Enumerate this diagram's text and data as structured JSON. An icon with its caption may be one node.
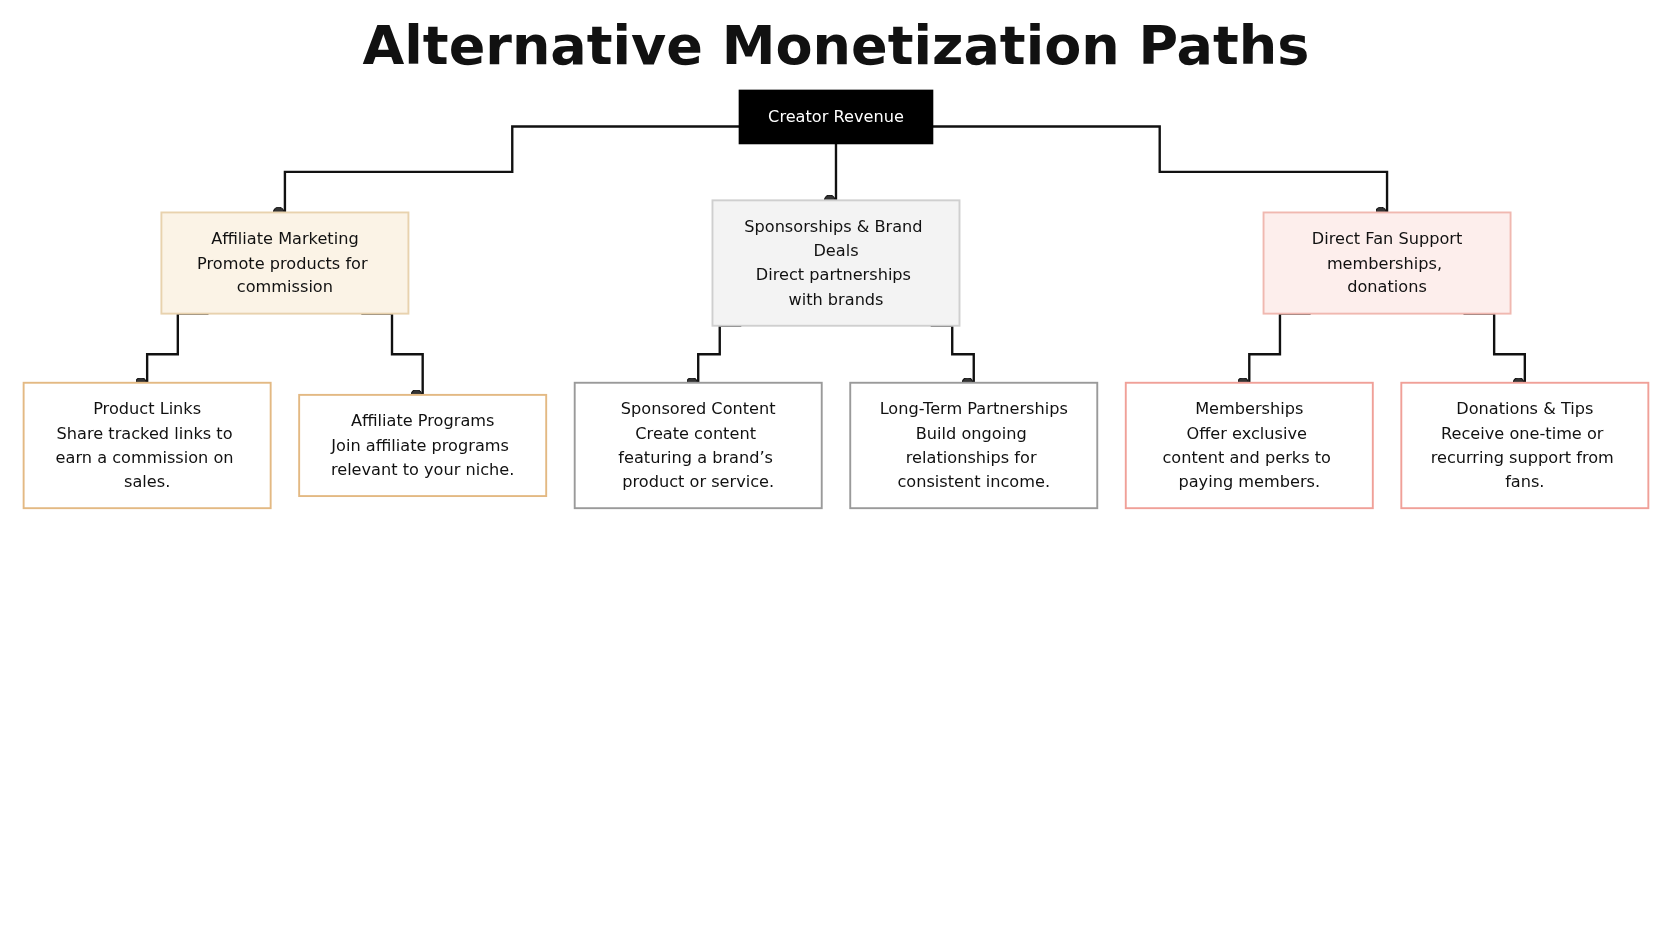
{
  "diagram": {
    "title": "Alternative Monetization Paths",
    "nodes": [
      {
        "text": [
          "Creator Revenue"
        ]
      },
      {
        "text": [
          "Affiliate Marketing",
          "Promote products for commission"
        ]
      },
      {
        "text": [
          "Sponsorships & Brand Deals",
          "Direct partnerships with brands"
        ]
      },
      {
        "text": [
          "Direct Fan Support",
          "memberships, donations"
        ]
      },
      {
        "text": [
          "Product Links",
          "Share tracked links to earn a commission on sales."
        ]
      },
      {
        "text": [
          "Affiliate Programs",
          "Join affiliate programs relevant to your niche."
        ]
      },
      {
        "text": [
          "Sponsored Content",
          "Create content featuring a brand’s product or service."
        ]
      },
      {
        "text": [
          "Long-Term Partnerships",
          "Build ongoing relationships for consistent income."
        ]
      },
      {
        "text": [
          "Memberships",
          "Offer exclusive content and perks to paying members."
        ]
      },
      {
        "text": [
          "Donations & Tips",
          "Receive one-time or recurring support from fans."
        ]
      }
    ],
    "edges": [
      {
        "from": 0,
        "to": 1,
        "arrow": "other"
      },
      {
        "from": 0,
        "to": 2,
        "arrow": "other"
      },
      {
        "from": 0,
        "to": 3,
        "arrow": "other"
      },
      {
        "from": 1,
        "to": 4,
        "arrow": "other"
      },
      {
        "from": 1,
        "to": 5,
        "arrow": "other"
      },
      {
        "from": 2,
        "to": 6,
        "arrow": "other"
      },
      {
        "from": 2,
        "to": 7,
        "arrow": "other"
      },
      {
        "from": 3,
        "to": 8,
        "arrow": "other"
      },
      {
        "from": 3,
        "to": 9,
        "arrow": "other"
      }
    ]
  }
}
